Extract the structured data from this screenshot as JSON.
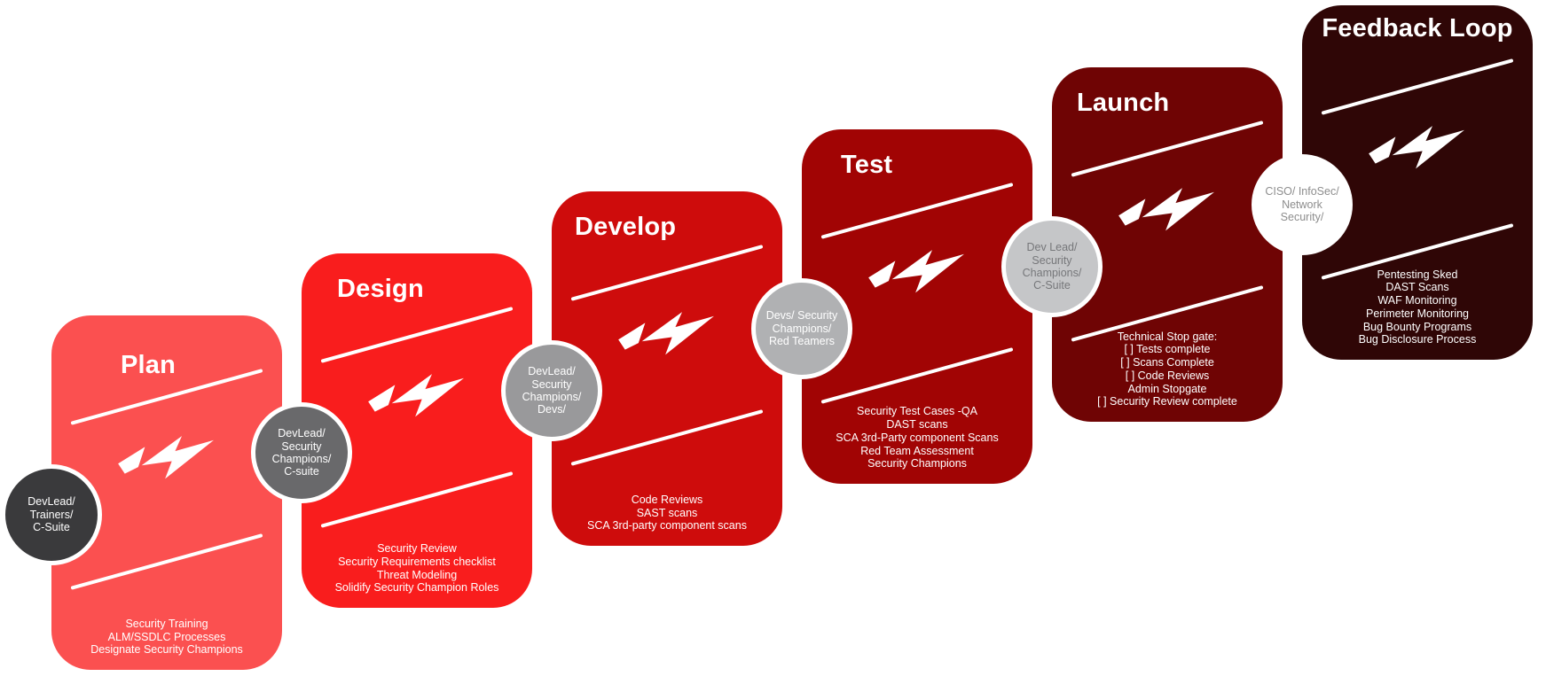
{
  "diagram": {
    "subject": "Secure SDLC / DevSecOps pipeline"
  },
  "stages": [
    {
      "title": "Plan",
      "color": "#FB5050",
      "activities": [
        "Security Training",
        "ALM/SSDLC Processes",
        "Designate Security Champions"
      ]
    },
    {
      "title": "Design",
      "color": "#F91D1D",
      "activities": [
        "Security Review",
        "Security Requirements  checklist",
        "Threat Modeling",
        "Solidify Security Champion Roles"
      ]
    },
    {
      "title": "Develop",
      "color": "#CE0C0C",
      "activities": [
        "Code Reviews",
        "SAST scans",
        "SCA 3rd-party component scans"
      ]
    },
    {
      "title": "Test",
      "color": "#A10404",
      "activities": [
        "Security Test Cases -QA",
        "DAST scans",
        "SCA 3rd-Party component Scans",
        "Red Team Assessment",
        "Security Champions"
      ]
    },
    {
      "title": "Launch",
      "color": "#6F0404",
      "activities": [
        "Technical Stop gate:",
        "[ ] Tests complete",
        "[ ] Scans Complete",
        "[ ] Code Reviews",
        "Admin Stopgate",
        "[ ] Security Review complete"
      ]
    },
    {
      "title": "Feedback Loop",
      "color": "#2F0606",
      "activities": [
        "Pentesting Sked",
        "DAST Scans",
        "WAF Monitoring",
        "Perimeter Monitoring",
        "Bug Bounty Programs",
        "Bug Disclosure Process"
      ]
    }
  ],
  "roles": [
    {
      "lines": [
        "DevLead/",
        "Trainers/",
        "C-Suite"
      ],
      "fill": "#3A3A3C",
      "text_color": "#FFFFFF"
    },
    {
      "lines": [
        "DevLead/",
        "Security",
        "Champions/",
        "C-suite"
      ],
      "fill": "#69696B",
      "text_color": "#FFFFFF"
    },
    {
      "lines": [
        "DevLead/",
        "Security",
        "Champions/",
        "Devs/"
      ],
      "fill": "#99999B",
      "text_color": "#FFFFFF"
    },
    {
      "lines": [
        "Devs/ Security",
        "Champions/",
        "Red Teamers"
      ],
      "fill": "#B0B1B3",
      "text_color": "#FFFFFF"
    },
    {
      "lines": [
        "Dev Lead/",
        "Security",
        "Champions/",
        "C-Suite"
      ],
      "fill": "#C5C6C8",
      "text_color": "#76777A"
    },
    {
      "lines": [
        "CISO/ InfoSec/",
        "Network",
        "Security/"
      ],
      "fill": "#FFFFFF",
      "text_color": "#8D8D8D"
    }
  ]
}
